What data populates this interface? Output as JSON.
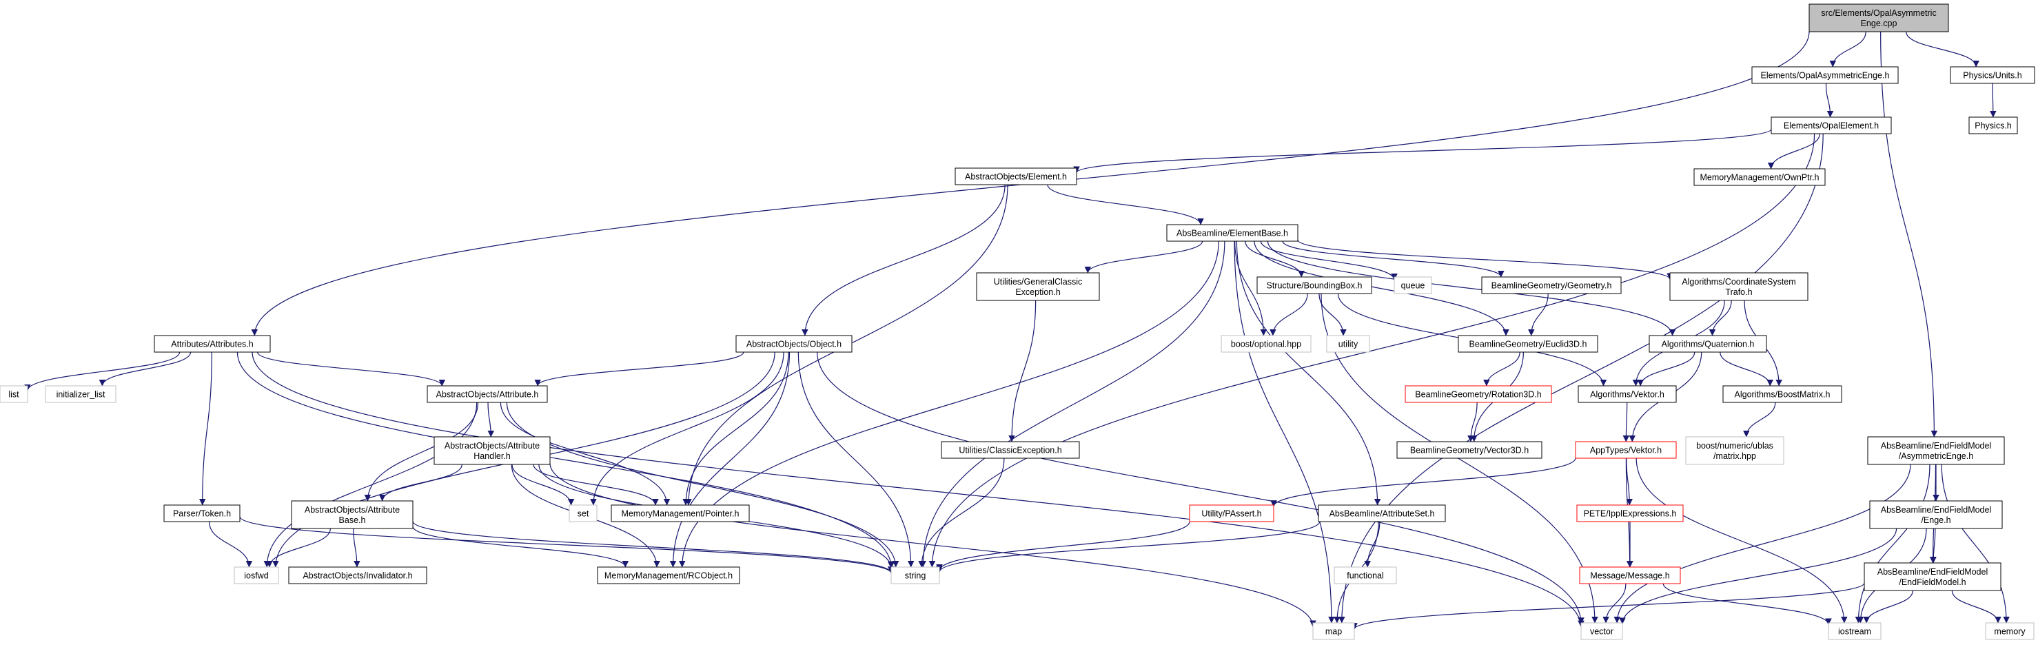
{
  "colors": {
    "edge": "#191970",
    "root_fill": "#bfbfbf",
    "root_border": "#000000",
    "normal_border": "#000000",
    "external_border": "#bfbfbf",
    "missing_border": "#ff0000",
    "node_fill": "#ffffff"
  },
  "nodes": [
    {
      "id": "root",
      "lines": [
        "src/Elements/OpalAsymmetric",
        "Enge.cpp"
      ],
      "style": "root"
    },
    {
      "id": "opalasymenge",
      "lines": [
        "Elements/OpalAsymmetricEnge.h"
      ],
      "style": "normal"
    },
    {
      "id": "physunits",
      "lines": [
        "Physics/Units.h"
      ],
      "style": "normal"
    },
    {
      "id": "physics",
      "lines": [
        "Physics.h"
      ],
      "style": "normal"
    },
    {
      "id": "opalelement",
      "lines": [
        "Elements/OpalElement.h"
      ],
      "style": "normal"
    },
    {
      "id": "ownptr",
      "lines": [
        "MemoryManagement/OwnPtr.h"
      ],
      "style": "normal"
    },
    {
      "id": "aoelement",
      "lines": [
        "AbstractObjects/Element.h"
      ],
      "style": "normal"
    },
    {
      "id": "elementbase",
      "lines": [
        "AbsBeamline/ElementBase.h"
      ],
      "style": "normal"
    },
    {
      "id": "gce",
      "lines": [
        "Utilities/GeneralClassic",
        "Exception.h"
      ],
      "style": "normal"
    },
    {
      "id": "bbox",
      "lines": [
        "Structure/BoundingBox.h"
      ],
      "style": "normal"
    },
    {
      "id": "queue",
      "lines": [
        "queue"
      ],
      "style": "external"
    },
    {
      "id": "geometry",
      "lines": [
        "BeamlineGeometry/Geometry.h"
      ],
      "style": "normal"
    },
    {
      "id": "cstrafo",
      "lines": [
        "Algorithms/CoordinateSystem",
        "Trafo.h"
      ],
      "style": "normal"
    },
    {
      "id": "attributes",
      "lines": [
        "Attributes/Attributes.h"
      ],
      "style": "normal"
    },
    {
      "id": "object",
      "lines": [
        "AbstractObjects/Object.h"
      ],
      "style": "normal"
    },
    {
      "id": "boostopt",
      "lines": [
        "boost/optional.hpp"
      ],
      "style": "external"
    },
    {
      "id": "utility",
      "lines": [
        "utility"
      ],
      "style": "external"
    },
    {
      "id": "euclid3d",
      "lines": [
        "BeamlineGeometry/Euclid3D.h"
      ],
      "style": "normal"
    },
    {
      "id": "quaternion",
      "lines": [
        "Algorithms/Quaternion.h"
      ],
      "style": "normal"
    },
    {
      "id": "list",
      "lines": [
        "list"
      ],
      "style": "external"
    },
    {
      "id": "initlist",
      "lines": [
        "initializer_list"
      ],
      "style": "external"
    },
    {
      "id": "attribute",
      "lines": [
        "AbstractObjects/Attribute.h"
      ],
      "style": "normal"
    },
    {
      "id": "rotation3d",
      "lines": [
        "BeamlineGeometry/Rotation3D.h"
      ],
      "style": "missing"
    },
    {
      "id": "vektor",
      "lines": [
        "Algorithms/Vektor.h"
      ],
      "style": "normal"
    },
    {
      "id": "boostmatrix",
      "lines": [
        "Algorithms/BoostMatrix.h"
      ],
      "style": "normal"
    },
    {
      "id": "attrhandler",
      "lines": [
        "AbstractObjects/Attribute",
        "Handler.h"
      ],
      "style": "normal"
    },
    {
      "id": "classicexc",
      "lines": [
        "Utilities/ClassicException.h"
      ],
      "style": "normal"
    },
    {
      "id": "vector3d",
      "lines": [
        "BeamlineGeometry/Vector3D.h"
      ],
      "style": "normal"
    },
    {
      "id": "apptypesvektor",
      "lines": [
        "AppTypes/Vektor.h"
      ],
      "style": "missing"
    },
    {
      "id": "ublasmatrix",
      "lines": [
        "boost/numeric/ublas",
        "/matrix.hpp"
      ],
      "style": "external"
    },
    {
      "id": "asymenge",
      "lines": [
        "AbsBeamline/EndFieldModel",
        "/AsymmetricEnge.h"
      ],
      "style": "normal"
    },
    {
      "id": "parsertoken",
      "lines": [
        "Parser/Token.h"
      ],
      "style": "normal"
    },
    {
      "id": "attrbase",
      "lines": [
        "AbstractObjects/Attribute",
        "Base.h"
      ],
      "style": "normal"
    },
    {
      "id": "set",
      "lines": [
        "set"
      ],
      "style": "external"
    },
    {
      "id": "pointer",
      "lines": [
        "MemoryManagement/Pointer.h"
      ],
      "style": "normal"
    },
    {
      "id": "passert",
      "lines": [
        "Utility/PAssert.h"
      ],
      "style": "missing"
    },
    {
      "id": "attributeset",
      "lines": [
        "AbsBeamline/AttributeSet.h"
      ],
      "style": "normal"
    },
    {
      "id": "iplexpr",
      "lines": [
        "PETE/IpplExpressions.h"
      ],
      "style": "missing"
    },
    {
      "id": "enge",
      "lines": [
        "AbsBeamline/EndFieldModel",
        "/Enge.h"
      ],
      "style": "normal"
    },
    {
      "id": "iosfwd",
      "lines": [
        "iosfwd"
      ],
      "style": "external"
    },
    {
      "id": "invalidator",
      "lines": [
        "AbstractObjects/Invalidator.h"
      ],
      "style": "normal"
    },
    {
      "id": "rcobject",
      "lines": [
        "MemoryManagement/RCObject.h"
      ],
      "style": "normal"
    },
    {
      "id": "string",
      "lines": [
        "string"
      ],
      "style": "external"
    },
    {
      "id": "functional",
      "lines": [
        "functional"
      ],
      "style": "external"
    },
    {
      "id": "message",
      "lines": [
        "Message/Message.h"
      ],
      "style": "missing"
    },
    {
      "id": "endfieldmodel",
      "lines": [
        "AbsBeamline/EndFieldModel",
        "/EndFieldModel.h"
      ],
      "style": "normal"
    },
    {
      "id": "map",
      "lines": [
        "map"
      ],
      "style": "external"
    },
    {
      "id": "vector",
      "lines": [
        "vector"
      ],
      "style": "external"
    },
    {
      "id": "iostream",
      "lines": [
        "iostream"
      ],
      "style": "external"
    },
    {
      "id": "memory",
      "lines": [
        "memory"
      ],
      "style": "external"
    }
  ],
  "edges": [
    [
      "root",
      "opalasymenge"
    ],
    [
      "root",
      "physunits"
    ],
    [
      "root",
      "asymenge"
    ],
    [
      "root",
      "attributes"
    ],
    [
      "physunits",
      "physics"
    ],
    [
      "opalasymenge",
      "opalelement"
    ],
    [
      "opalelement",
      "aoelement"
    ],
    [
      "opalelement",
      "ownptr"
    ],
    [
      "opalelement",
      "map"
    ],
    [
      "opalelement",
      "string"
    ],
    [
      "aoelement",
      "elementbase"
    ],
    [
      "aoelement",
      "object"
    ],
    [
      "aoelement",
      "pointer"
    ],
    [
      "elementbase",
      "gce"
    ],
    [
      "elementbase",
      "bbox"
    ],
    [
      "elementbase",
      "queue"
    ],
    [
      "elementbase",
      "geometry"
    ],
    [
      "elementbase",
      "cstrafo"
    ],
    [
      "elementbase",
      "euclid3d"
    ],
    [
      "elementbase",
      "quaternion"
    ],
    [
      "elementbase",
      "boostopt"
    ],
    [
      "elementbase",
      "attributeset"
    ],
    [
      "elementbase",
      "rcobject"
    ],
    [
      "elementbase",
      "string"
    ],
    [
      "elementbase",
      "map"
    ],
    [
      "gce",
      "classicexc"
    ],
    [
      "bbox",
      "boostopt"
    ],
    [
      "bbox",
      "utility"
    ],
    [
      "bbox",
      "vektor"
    ],
    [
      "bbox",
      "vector"
    ],
    [
      "geometry",
      "euclid3d"
    ],
    [
      "cstrafo",
      "quaternion"
    ],
    [
      "cstrafo",
      "boostmatrix"
    ],
    [
      "cstrafo",
      "vektor"
    ],
    [
      "euclid3d",
      "rotation3d"
    ],
    [
      "euclid3d",
      "vector3d"
    ],
    [
      "rotation3d",
      "vector3d"
    ],
    [
      "quaternion",
      "vektor"
    ],
    [
      "quaternion",
      "boostmatrix"
    ],
    [
      "quaternion",
      "apptypesvektor"
    ],
    [
      "boostmatrix",
      "ublasmatrix"
    ],
    [
      "vektor",
      "apptypesvektor"
    ],
    [
      "apptypesvektor",
      "passert"
    ],
    [
      "apptypesvektor",
      "iplexpr"
    ],
    [
      "apptypesvektor",
      "message"
    ],
    [
      "apptypesvektor",
      "iostream"
    ],
    [
      "iplexpr",
      "message"
    ],
    [
      "message",
      "vector"
    ],
    [
      "message",
      "iostream"
    ],
    [
      "passert",
      "string"
    ],
    [
      "attributeset",
      "map"
    ],
    [
      "attributeset",
      "functional"
    ],
    [
      "attributeset",
      "string"
    ],
    [
      "classicexc",
      "string"
    ],
    [
      "attributes",
      "list"
    ],
    [
      "attributes",
      "initlist"
    ],
    [
      "attributes",
      "attribute"
    ],
    [
      "attributes",
      "parsertoken"
    ],
    [
      "attributes",
      "string"
    ],
    [
      "attributes",
      "vector"
    ],
    [
      "object",
      "attribute"
    ],
    [
      "object",
      "set"
    ],
    [
      "object",
      "string"
    ],
    [
      "object",
      "rcobject"
    ],
    [
      "object",
      "pointer"
    ],
    [
      "object",
      "iosfwd"
    ],
    [
      "object",
      "vector"
    ],
    [
      "attribute",
      "attrhandler"
    ],
    [
      "attribute",
      "attrbase"
    ],
    [
      "attribute",
      "pointer"
    ],
    [
      "attribute",
      "iosfwd"
    ],
    [
      "attribute",
      "string"
    ],
    [
      "attrhandler",
      "attrbase"
    ],
    [
      "attrhandler",
      "set"
    ],
    [
      "attrhandler",
      "pointer"
    ],
    [
      "attrhandler",
      "rcobject"
    ],
    [
      "attrhandler",
      "string"
    ],
    [
      "attrhandler",
      "map"
    ],
    [
      "attrbase",
      "invalidator"
    ],
    [
      "attrbase",
      "rcobject"
    ],
    [
      "attrbase",
      "iosfwd"
    ],
    [
      "attrbase",
      "string"
    ],
    [
      "parsertoken",
      "iosfwd"
    ],
    [
      "parsertoken",
      "string"
    ],
    [
      "asymenge",
      "enge"
    ],
    [
      "asymenge",
      "endfieldmodel"
    ],
    [
      "asymenge",
      "vector"
    ],
    [
      "asymenge",
      "iostream"
    ],
    [
      "asymenge",
      "memory"
    ],
    [
      "enge",
      "endfieldmodel"
    ],
    [
      "enge",
      "vector"
    ],
    [
      "enge",
      "iostream"
    ],
    [
      "endfieldmodel",
      "iostream"
    ],
    [
      "endfieldmodel",
      "map"
    ],
    [
      "endfieldmodel",
      "memory"
    ]
  ]
}
